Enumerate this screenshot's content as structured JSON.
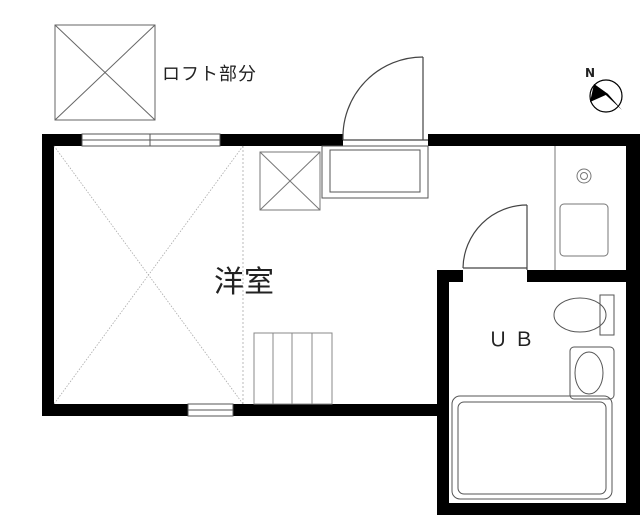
{
  "labels": {
    "loft": "ロフト部分",
    "room": "洋室",
    "bath": "ＵＢ",
    "north": "N"
  },
  "colors": {
    "wall": "#000000",
    "line": "#555555",
    "light_line": "#999999",
    "background": "#ffffff"
  },
  "icons": [
    "compass-icon",
    "toilet-icon",
    "sink-icon",
    "bathtub-icon"
  ]
}
